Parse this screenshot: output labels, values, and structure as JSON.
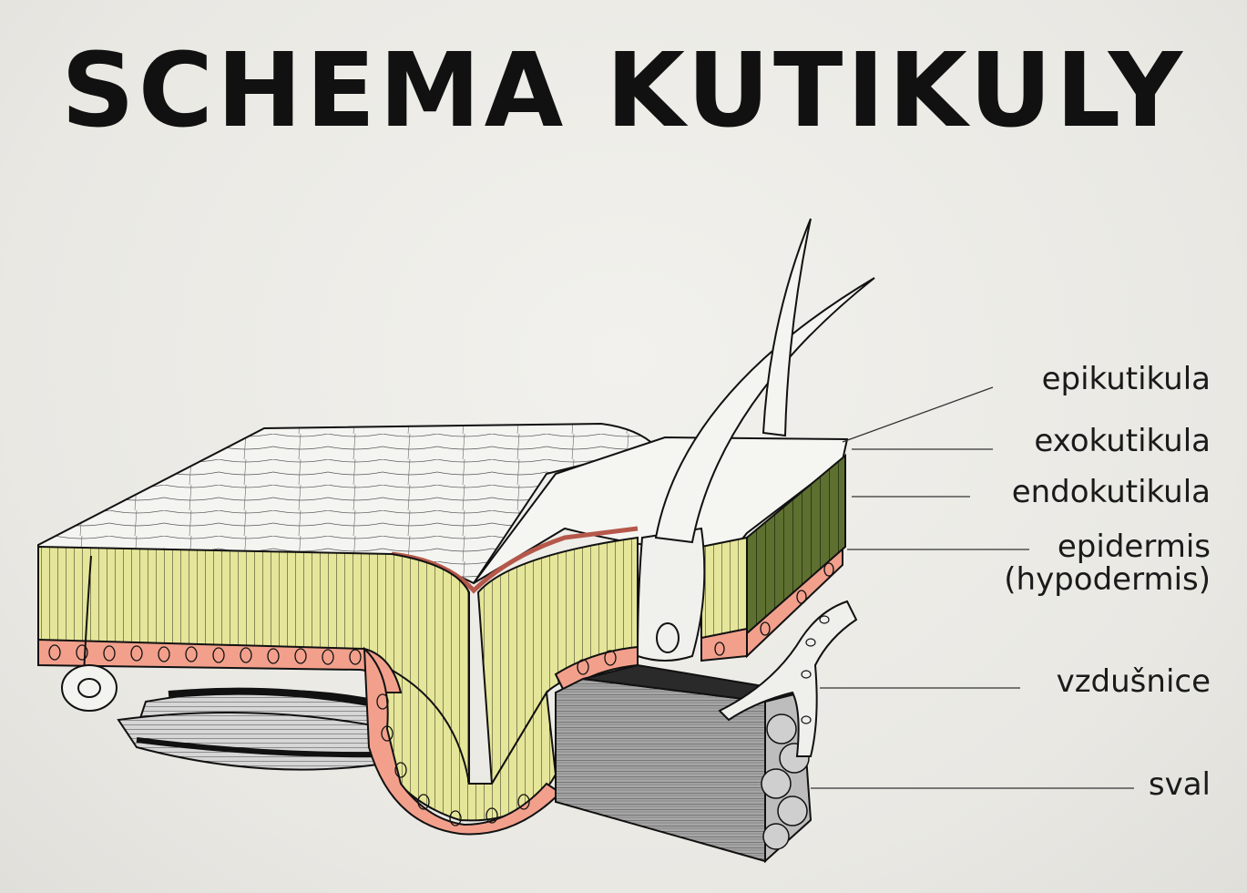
{
  "title": "SCHEMA KUTIKULY",
  "labels": {
    "epikutikula": "epikutikula",
    "exokutikula": "exokutikula",
    "endokutikula": "endokutikula",
    "epidermis": "epidermis",
    "hypodermis": "(hypodermis)",
    "vzdusnice": "vzdušnice",
    "sval": "sval"
  },
  "colors": {
    "background": "#ecebe6",
    "yellow_layer": "#e6e69a",
    "pink_cells": "#f2a08c",
    "green_layer": "#5e7030",
    "muscle_gray": "#9a9a9a",
    "ink": "#111111"
  }
}
